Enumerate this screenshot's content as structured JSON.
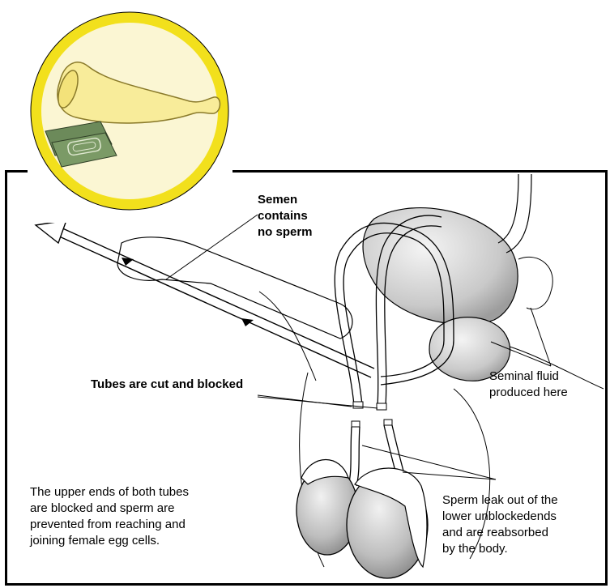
{
  "labels": {
    "semen": "Semen\ncontains\nno sperm",
    "tubes": "Tubes are cut and blocked",
    "fluid": "Seminal fluid\nproduced here",
    "upper": "The upper ends of both tubes\nare blocked and sperm are\nprevented from reaching and\njoining female egg cells.",
    "leak": "Sperm leak out of the\nlower unblockedends\nand are reabsorbed\nby the body."
  },
  "colors": {
    "badge_ring": "#f2e01c",
    "badge_fill": "#fbf6d3",
    "condom": "#f8ec9a",
    "packet": "#6c8a5a",
    "organ_shade": "#cfcfcf",
    "line": "#000000"
  },
  "icons": [
    "condom-icon",
    "condom-packet-icon"
  ]
}
